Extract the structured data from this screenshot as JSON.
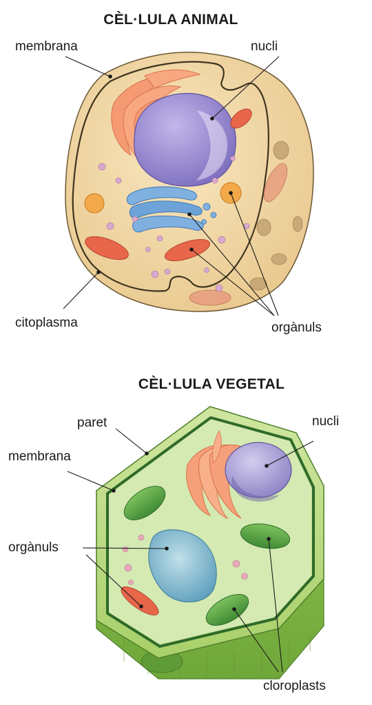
{
  "animal": {
    "title": "CÈL·LULA ANIMAL",
    "labels": {
      "membrana": "membrana",
      "nucli": "nucli",
      "citoplasma": "citoplasma",
      "organuls": "orgànuls"
    }
  },
  "vegetal": {
    "title": "CÈL·LULA VEGETAL",
    "labels": {
      "paret": "paret",
      "membrana": "membrana",
      "nucli": "nucli",
      "organuls": "orgànuls",
      "cloroplasts": "cloroplasts"
    }
  },
  "colors": {
    "cytoplasm_animal": "#f3dcae",
    "nucleus": "#9d8fd0",
    "golgi": "#6da3d8",
    "mitochondria": "#e86a4c",
    "er": "#f49a6e",
    "vesicle": "#f3a84a",
    "cell_wall": "#b4d67a",
    "plant_inner": "#d6ecb0",
    "chloroplast": "#5fa84a",
    "vacuole": "#8cc0d8"
  }
}
